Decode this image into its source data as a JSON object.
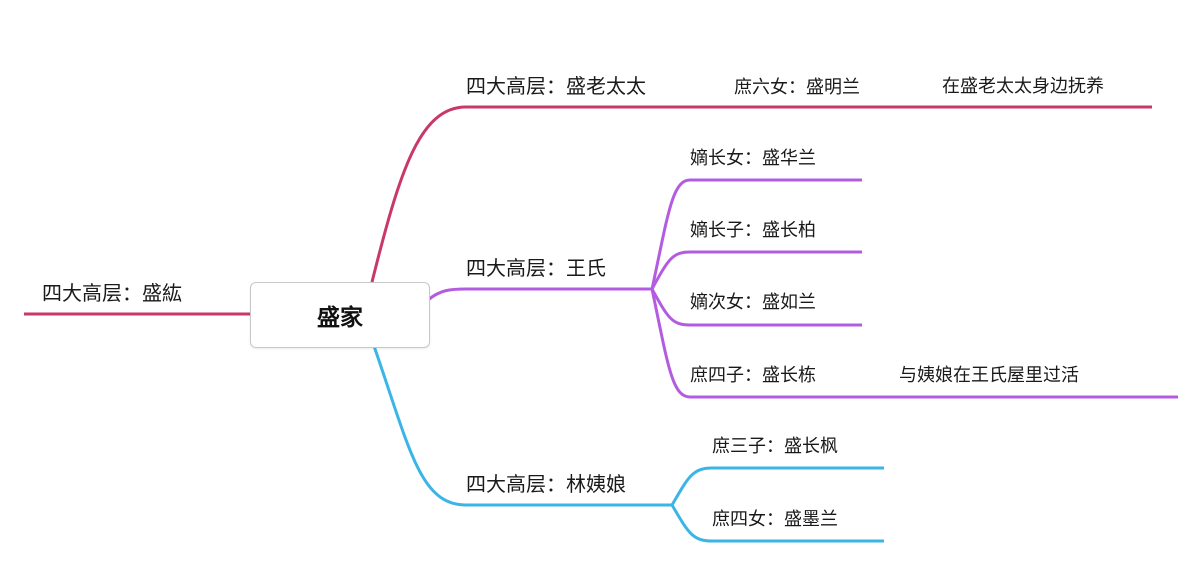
{
  "root": {
    "label": "盛家"
  },
  "left_branch": {
    "label": "四大高层：盛紘",
    "color": "#c9386b"
  },
  "branches": [
    {
      "label": "四大高层：盛老太太",
      "color": "#c9386b",
      "children": [
        {
          "label": "庶六女：盛明兰",
          "children": [
            {
              "label": "在盛老太太身边抚养"
            }
          ]
        }
      ]
    },
    {
      "label": "四大高层：王氏",
      "color": "#b45ce0",
      "children": [
        {
          "label": "嫡长女：盛华兰"
        },
        {
          "label": "嫡长子：盛长柏"
        },
        {
          "label": "嫡次女：盛如兰"
        },
        {
          "label": "庶四子：盛长栋",
          "children": [
            {
              "label": "与姨娘在王氏屋里过活"
            }
          ]
        }
      ]
    },
    {
      "label": "四大高层：林姨娘",
      "color": "#3ab5e6",
      "children": [
        {
          "label": "庶三子：盛长枫"
        },
        {
          "label": "庶四女：盛墨兰"
        }
      ]
    }
  ]
}
